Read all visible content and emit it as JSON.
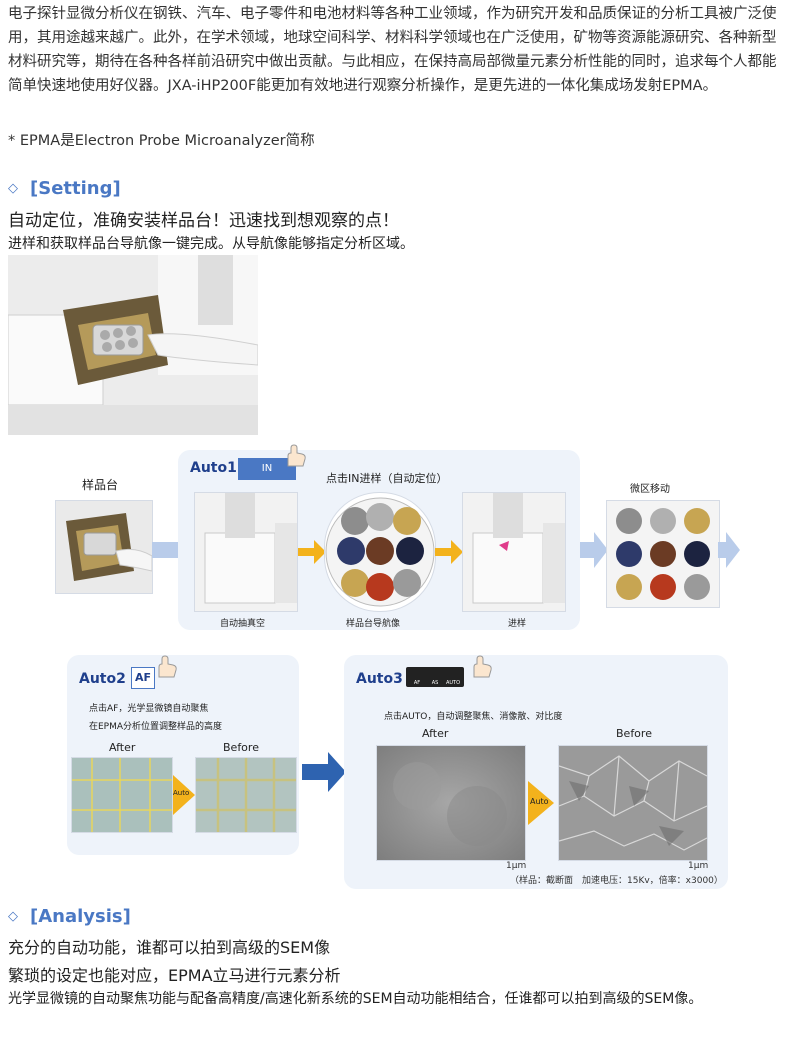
{
  "intro": {
    "paragraph": "电子探针显微分析仪在钢铁、汽车、电子零件和电池材料等各种工业领域，作为研究开发和品质保证的分析工具被广泛使用，其用途越来越广。此外，在学术领域，地球空间科学、材料科学领域也在广泛使用，矿物等资源能源研究、各种新型材料研究等，期待在各种各样前沿研究中做出贡献。与此相应，在保持高局部微量元素分析性能的同时，追求每个人都能简单快速地使用好仪器。JXA-iHP200F能更加有效地进行观察分析操作，是更先进的一体化集成场发射EPMA。",
    "note": "* EPMA是Electron Probe Microanalyzer简称"
  },
  "setting": {
    "diamond": "◇",
    "heading": "[Setting]",
    "lead": "自动定位，准确安装样品台！迅速找到想观察的点！",
    "sub": "进样和获取样品台导航像一键完成。从导航像能够指定分析区域。"
  },
  "diagram": {
    "holder_label": "样品台",
    "auto1": {
      "title": "Auto1",
      "button": "IN",
      "caption": "点击IN进样（自动定位）",
      "step1": "自动抽真空",
      "step2": "样品台导航像",
      "step3": "进样"
    },
    "micro_move": "微区移动",
    "auto2": {
      "title": "Auto2",
      "button": "AF",
      "line1": "点击AF，光学显微镜自动聚焦",
      "line2": "在EPMA分析位置调整样品的高度",
      "after": "After",
      "before": "Before",
      "arrow": "Auto"
    },
    "auto3": {
      "title": "Auto3",
      "icons": [
        "AF",
        "AS",
        "AUTO"
      ],
      "line1": "点击AUTO，自动调整聚焦、消像散、对比度",
      "after": "After",
      "before": "Before",
      "arrow": "Auto",
      "scale1": "1μm",
      "scale2": "1μm",
      "footnote": "（样品：截断面　加速电压：15Kv，倍率：x3000）"
    },
    "colors": {
      "accent_blue": "#4a78c4",
      "arrow_yellow": "#f3b21c",
      "dark_arrow": "#2e63b0",
      "panel_bg": "#eef3fa"
    }
  },
  "analysis": {
    "diamond": "◇",
    "heading": "[Analysis]",
    "line1": "充分的自动功能，谁都可以拍到高级的SEM像",
    "line2": "繁琐的设定也能对应，EPMA立马进行元素分析",
    "line3": "光学显微镜的自动聚焦功能与配备高精度/高速化新系统的SEM自动功能相结合，任谁都可以拍到高级的SEM像。"
  }
}
